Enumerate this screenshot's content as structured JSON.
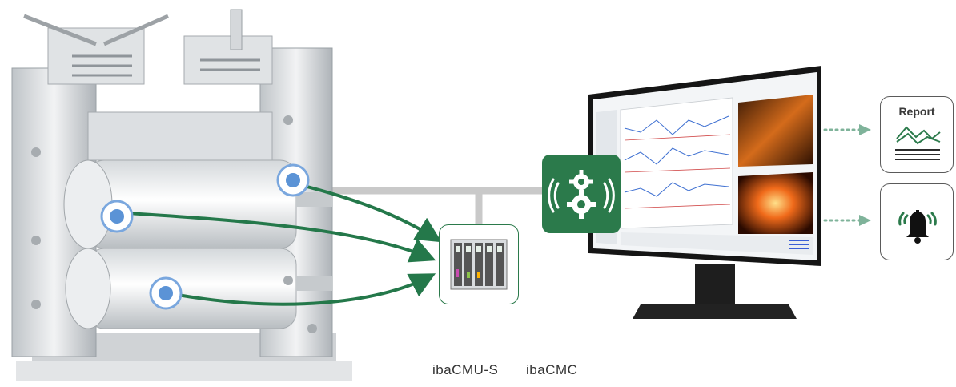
{
  "labels": {
    "cmu": "ibaCMU-S",
    "cmc": "ibaCMC"
  },
  "outputs": {
    "report_title": "Report"
  },
  "colors": {
    "green": "#2b7a4b",
    "sensor_blue": "#5b93d6",
    "connector_gray": "#c9c9c9",
    "dotted_arrow": "#7fb39a"
  },
  "icons": {
    "machine": "rolling-mill-image",
    "sensor": "sensor-icon",
    "hardware": "ibaCMU-S-hardware-icon",
    "software": "gears-icon",
    "monitor": "monitor-screen",
    "report": "report-icon",
    "alarm": "alarm-bell-icon"
  }
}
